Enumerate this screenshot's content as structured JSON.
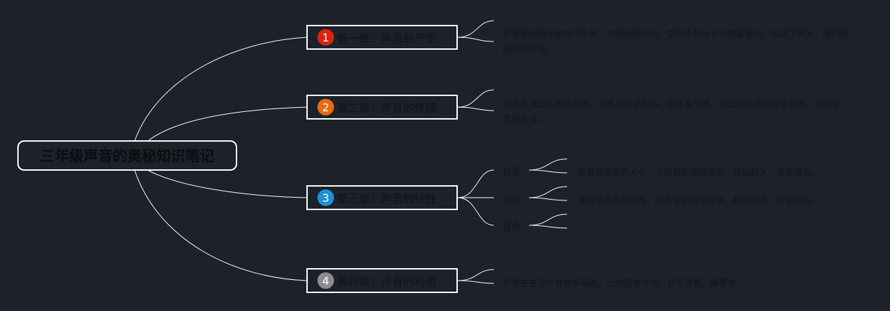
{
  "root": {
    "title": "三年级声音的奥秘知识笔记"
  },
  "chapters": [
    {
      "number": "1",
      "title": "第一章：声音的产生",
      "badge_color": "#d9230f",
      "note": "声音是由物体振动产生的，当物体振动时，空气中的分子也跟着振动，形成了声波，我们就能听到声音。"
    },
    {
      "number": "2",
      "title": "第二章：声音的传播",
      "badge_color": "#e8690f",
      "note": "声音是通过介质传播的，介质可以是固体、液体和气体。在固体中声音传播最快，气体中传播最慢。"
    },
    {
      "number": "3",
      "title": "第三章：声音的特性",
      "badge_color": "#1e90d6",
      "subtopics": [
        {
          "label": "音量",
          "note": "音量是声音的大小，与声音的振幅有关，振幅越大，音量越大。"
        },
        {
          "label": "音调",
          "note": "音调是声音的高低，与声音的频率有关，频率越高，音调越高。"
        },
        {
          "label": "音色",
          "note": ""
        }
      ]
    },
    {
      "number": "4",
      "title": "第四章：声音的利用",
      "badge_color": "#8c8c8c",
      "note": "声音在生活中有很多用途，比如语言交流、音乐演奏、报警等。"
    }
  ],
  "colors": {
    "background": "#1c212a",
    "connector": "#ffffff",
    "text": "#111418"
  }
}
